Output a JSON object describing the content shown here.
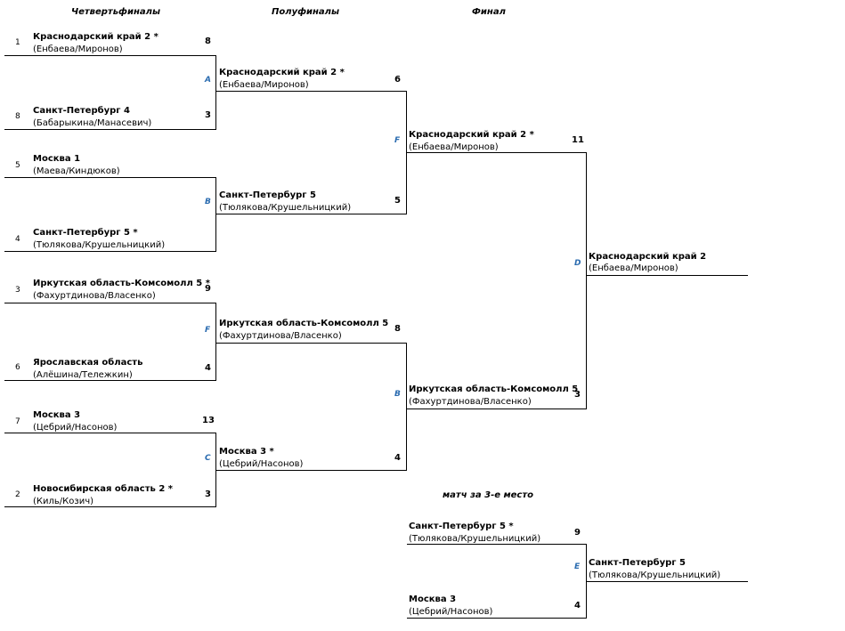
{
  "headers": {
    "quarterfinals": "Четвертьфиналы",
    "semifinals": "Полуфиналы",
    "final": "Финал",
    "third_place": "матч за 3-е место"
  },
  "quarterfinals": [
    {
      "label": "A",
      "top": {
        "seed": "1",
        "team": "Краснодарский край 2 *",
        "players": "(Енбаева/Миронов)",
        "score": "8"
      },
      "bottom": {
        "seed": "8",
        "team": "Санкт-Петербург 4",
        "players": "(Бабарыкина/Манасевич)",
        "score": "3"
      }
    },
    {
      "label": "B",
      "top": {
        "seed": "5",
        "team": "Москва 1",
        "players": "(Маева/Киндюков)",
        "score": ""
      },
      "bottom": {
        "seed": "4",
        "team": "Санкт-Петербург 5 *",
        "players": "(Тюлякова/Крушельницкий)",
        "score": ""
      }
    },
    {
      "label": "F",
      "top": {
        "seed": "3",
        "team": "Иркутская область-Комсомолл 5 *",
        "players": "(Фахуртдинова/Власенко)",
        "score": "9"
      },
      "bottom": {
        "seed": "6",
        "team": "Ярославская область",
        "players": "(Алёшина/Тележкин)",
        "score": "4"
      }
    },
    {
      "label": "C",
      "top": {
        "seed": "7",
        "team": "Москва 3",
        "players": "(Цебрий/Насонов)",
        "score": "13"
      },
      "bottom": {
        "seed": "2",
        "team": "Новосибирская область 2 *",
        "players": "(Киль/Козич)",
        "score": "3"
      }
    }
  ],
  "semifinals": [
    {
      "label": "F",
      "top": {
        "team": "Краснодарский край 2 *",
        "players": "(Енбаева/Миронов)",
        "score": "6"
      },
      "bottom": {
        "team": "Санкт-Петербург 5",
        "players": "(Тюлякова/Крушельницкий)",
        "score": "5"
      }
    },
    {
      "label": "B",
      "top": {
        "team": "Иркутская область-Комсомолл 5",
        "players": "(Фахуртдинова/Власенко)",
        "score": "8"
      },
      "bottom": {
        "team": "Москва 3 *",
        "players": "(Цебрий/Насонов)",
        "score": "4"
      }
    }
  ],
  "final": {
    "label": "D",
    "top": {
      "team": "Краснодарский край 2 *",
      "players": "(Енбаева/Миронов)",
      "score": "11"
    },
    "bottom": {
      "team": "Иркутская область-Комсомолл 5",
      "players": "(Фахуртдинова/Власенко)",
      "score": "3"
    }
  },
  "winner": {
    "team": "Краснодарский край 2",
    "players": "(Енбаева/Миронов)"
  },
  "third_place_match": {
    "label": "E",
    "top": {
      "team": "Санкт-Петербург 5 *",
      "players": "(Тюлякова/Крушельницкий)",
      "score": "9"
    },
    "bottom": {
      "team": "Москва 3",
      "players": "(Цебрий/Насонов)",
      "score": "4"
    }
  },
  "third_place_winner": {
    "team": "Санкт-Петербург 5",
    "players": "(Тюлякова/Крушельницкий)"
  },
  "colors": {
    "match_label": "#2b6cb0",
    "line": "#000000"
  }
}
